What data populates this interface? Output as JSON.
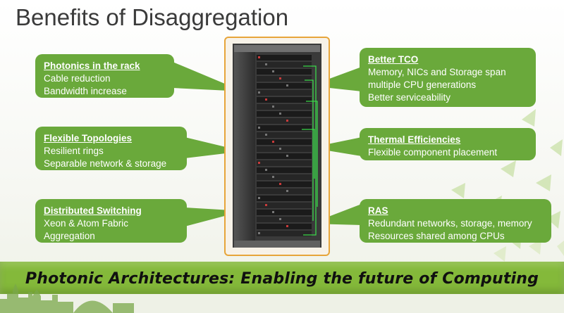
{
  "title": "Benefits of Disaggregation",
  "colors": {
    "card_green": "#6aa93b",
    "banner_green": "#84b93a",
    "rack_border": "#e7a53a"
  },
  "left_cards": [
    {
      "heading": "Photonics in the rack",
      "lines": [
        "Cable reduction",
        "Bandwidth increase"
      ]
    },
    {
      "heading": "Flexible Topologies",
      "lines": [
        "Resilient rings",
        "Separable network & storage"
      ]
    },
    {
      "heading": "Distributed Switching",
      "lines": [
        "Xeon & Atom Fabric",
        "Aggregation"
      ]
    }
  ],
  "right_cards": [
    {
      "heading": "Better TCO",
      "lines": [
        "Memory, NICs and Storage span",
        "multiple CPU generations",
        "Better serviceability"
      ]
    },
    {
      "heading": "Thermal Efficiencies",
      "lines": [
        "Flexible component placement"
      ]
    },
    {
      "heading": "RAS",
      "lines": [
        "Redundant networks, storage, memory",
        "Resources shared among CPUs"
      ]
    }
  ],
  "banner": "Photonic Architectures: Enabling the future of Computing",
  "images": {
    "rack": "server-rack-image",
    "arrows": "decorative-arrows",
    "skyline": "city-skyline-silhouette"
  }
}
